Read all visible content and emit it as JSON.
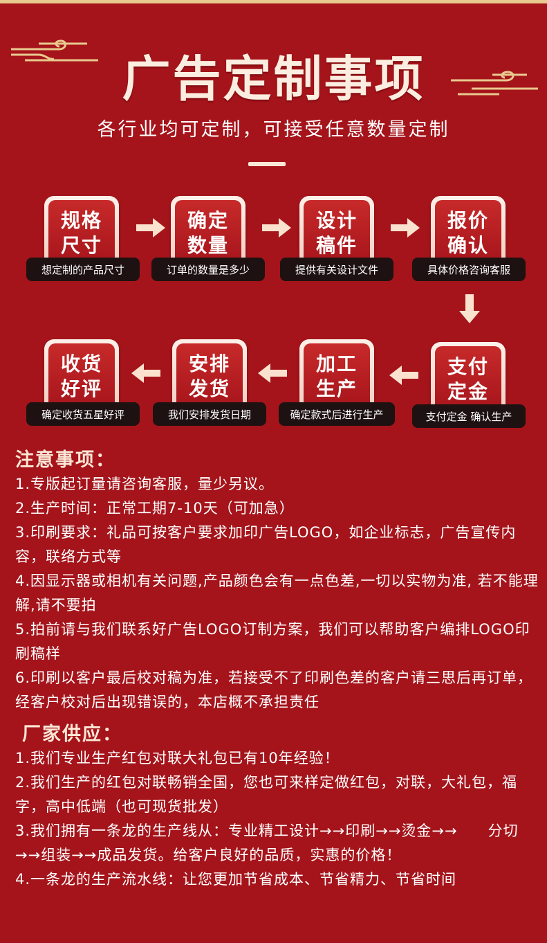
{
  "header": {
    "title": "广告定制事项",
    "subtitle": "各行业均可定制，可接受任意数量定制"
  },
  "flow": {
    "row1": [
      {
        "label": "规格尺寸",
        "caption": "想定制的产品尺寸"
      },
      {
        "label": "确定数量",
        "caption": "订单的数量是多少"
      },
      {
        "label": "设计稿件",
        "caption": "提供有关设计文件"
      },
      {
        "label": "报价确认",
        "caption": "具体价格咨询客服"
      }
    ],
    "row2": [
      {
        "label": "收货好评",
        "caption": "确定收货五星好评"
      },
      {
        "label": "安排发货",
        "caption": "我们安排发货日期"
      },
      {
        "label": "加工生产",
        "caption": "确定款式后进行生产"
      },
      {
        "label": "支付定金",
        "caption": "支付定金 确认生产"
      }
    ]
  },
  "notes": {
    "title": "注意事项：",
    "items": [
      "1.专版起订量请咨询客服，量少另议。",
      "2.生产时间：正常工期7-10天（可加急）",
      "3.印刷要求：礼品可按客户要求加印广告LOGO，如企业标志，广告宣传内容，联络方式等",
      "4.因显示器或相机有关问题,产品颜色会有一点色差,一切以实物为准, 若不能理解,请不要拍",
      "5.拍前请与我们联系好广告LOGO订制方案，我们可以帮助客户编排LOGO印刷稿样",
      "6.印刷以客户最后校对稿为准，若接受不了印刷色差的客户请三思后再订单，经客户校对后出现错误的，本店概不承担责任"
    ]
  },
  "factory": {
    "title": "厂家供应：",
    "items": [
      "1.我们专业生产红包对联大礼包已有10年经验！",
      "2.我们生产的红包对联畅销全国，您也可来样定做红包，对联，大礼包，福字，高中低端（也可现货批发）",
      "3.我们拥有一条龙的生产线从：专业精工设计→→印刷→→烫金→→　　分切→→组装→→成品发货。给客户良好的品质，实惠的价格！",
      "4.一条龙的生产流水线：让您更加节省成本、节省精力、节省时间"
    ]
  },
  "colors": {
    "background": "#a5141b",
    "accent": "#e8c98e",
    "caption_bg": "#1e1112"
  }
}
